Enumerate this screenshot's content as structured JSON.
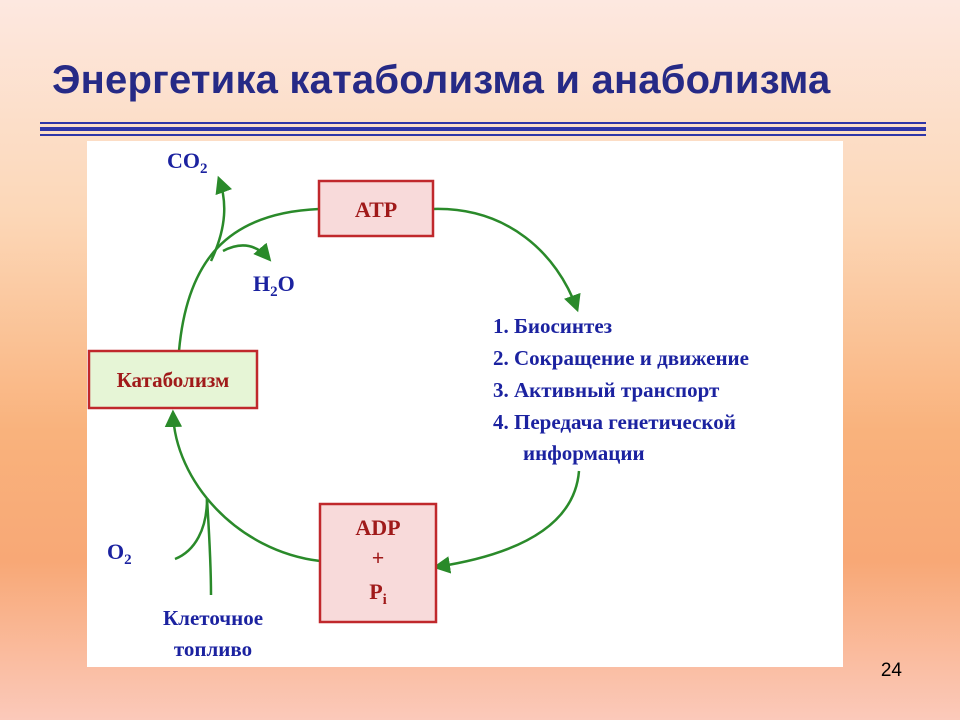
{
  "slide": {
    "title": "Энергетика катаболизма и анаболизма",
    "page_number": "24"
  },
  "diagram": {
    "atp": "ATP",
    "adp": "ADP",
    "plus": "+",
    "pi_main": "P",
    "pi_sub": "i",
    "catabolism": "Катаболизм",
    "co2_main": "CO",
    "co2_sub": "2",
    "h2o_h": "H",
    "h2o_sub": "2",
    "h2o_o": "O",
    "o2_main": "O",
    "o2_sub": "2",
    "fuel_line1": "Клеточное",
    "fuel_line2": "топливо",
    "uses": [
      "1. Биосинтез",
      "2. Сокращение и движение",
      "3. Активный транспорт",
      "4. Передача генетической",
      "информации"
    ],
    "colors": {
      "arrow_green": "#2a8a2a",
      "box_fill": "#f8dada",
      "box_border": "#c0282c",
      "catabolism_fill": "#e6f5d6",
      "label_blue": "#1b22a0",
      "title_blue": "#262a86"
    }
  }
}
